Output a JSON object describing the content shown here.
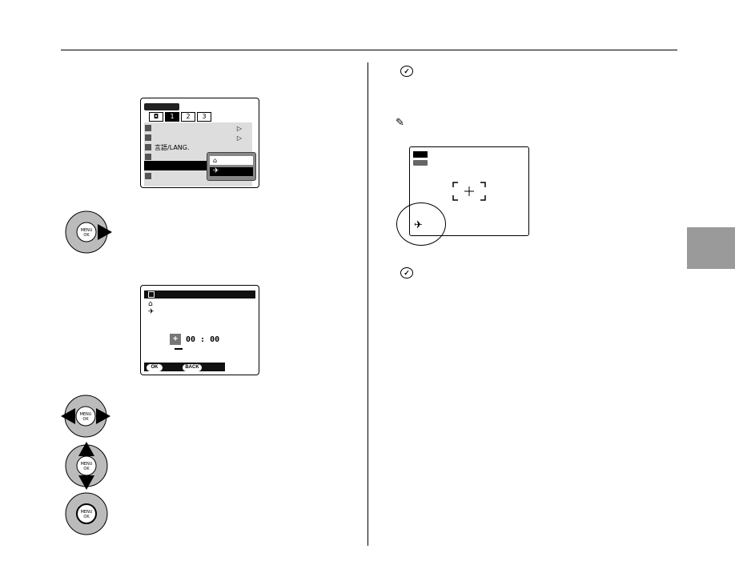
{
  "screen1": {
    "tabs": [
      "◘",
      "1",
      "2",
      "3"
    ],
    "rows": [
      "",
      "",
      "言語/LANG.",
      "",
      "",
      ""
    ],
    "popup": {
      "option_home": "⌂",
      "option_dest": "✈"
    }
  },
  "screen2": {
    "line_home": "⌂",
    "line_dest": "✈",
    "time_sign": "+",
    "time_hours": "00",
    "time_sep": ":",
    "time_minutes": "00",
    "ok_label": "OK",
    "back_label": "BACK"
  },
  "screen3": {
    "plane": "✈"
  },
  "dial_labels": {
    "menu": "MENU",
    "ok": "OK"
  }
}
